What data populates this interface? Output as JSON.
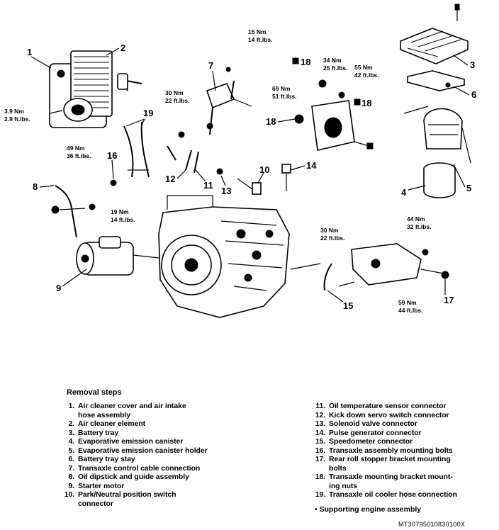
{
  "diagram": {
    "callouts": [
      "1",
      "2",
      "3",
      "4",
      "5",
      "6",
      "7",
      "8",
      "9",
      "10",
      "11",
      "12",
      "13",
      "14",
      "15",
      "16",
      "17",
      "18",
      "18",
      "18",
      "19"
    ],
    "torques": [
      {
        "nm": "3.9 Nm",
        "ftlb": "2.9 ft.lbs."
      },
      {
        "nm": "15 Nm",
        "ftlb": "14 ft.lbs."
      },
      {
        "nm": "30 Nm",
        "ftlb": "22 ft.lbs."
      },
      {
        "nm": "34 Nm",
        "ftlb": "25 ft.lbs."
      },
      {
        "nm": "55 Nm",
        "ftlb": "42 ft.lbs."
      },
      {
        "nm": "69 Nm",
        "ftlb": "51 ft.lbs."
      },
      {
        "nm": "49 Nm",
        "ftlb": "36 ft.lbs."
      },
      {
        "nm": "19 Nm",
        "ftlb": "14 ft.lbs."
      },
      {
        "nm": "30 Nm",
        "ftlb": "22 ft.lbs."
      },
      {
        "nm": "44 Nm",
        "ftlb": "32 ft.lbs."
      },
      {
        "nm": "59 Nm",
        "ftlb": "44 ft.lbs."
      }
    ]
  },
  "removal": {
    "title": "Removal steps",
    "left": [
      {
        "num": "1.",
        "text": "Air cleaner cover and air intake\nhose assembly"
      },
      {
        "num": "2.",
        "text": "Air cleaner element"
      },
      {
        "num": "3.",
        "text": "Battery tray"
      },
      {
        "num": "4.",
        "text": "Evaporative emission canister"
      },
      {
        "num": "5.",
        "text": "Evaporative emission canister holder"
      },
      {
        "num": "6.",
        "text": "Battery tray stay"
      },
      {
        "num": "7.",
        "text": "Transaxle control cable connection"
      },
      {
        "num": "8.",
        "text": "Oil dipstick and guide assembly"
      },
      {
        "num": "9.",
        "text": "Starter motor"
      },
      {
        "num": "10.",
        "text": "Park/Neutral position switch\nconnector"
      }
    ],
    "right": [
      {
        "num": "11.",
        "text": "Oil temperature sensor connector"
      },
      {
        "num": "12.",
        "text": "Kick down servo switch connector"
      },
      {
        "num": "13.",
        "text": "Solenoid valve connector"
      },
      {
        "num": "14.",
        "text": "Pulse generator connector"
      },
      {
        "num": "15.",
        "text": "Speedometer connector"
      },
      {
        "num": "16.",
        "text": "Transaxle assembly mounting bolts"
      },
      {
        "num": "17.",
        "text": "Rear roll stopper bracket mounting\nbolts"
      },
      {
        "num": "18.",
        "text": "Transaxle mounting bracket mount-\ning nuts"
      },
      {
        "num": "19.",
        "text": "Transaxle oil cooler hose connection"
      }
    ],
    "footnote": "• Supporting engine assembly"
  },
  "figure_code": "MT30795010830100X"
}
